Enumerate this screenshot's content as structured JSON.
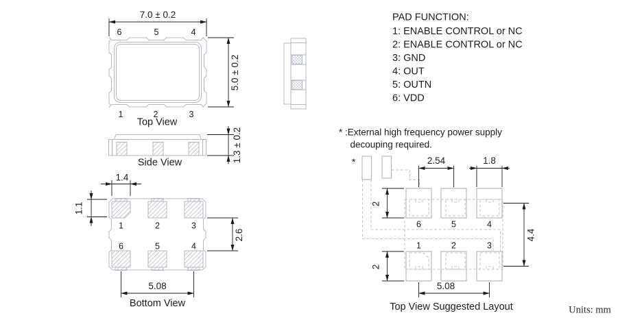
{
  "drawing": {
    "units_label": "Units: mm",
    "pad_function": {
      "title": "PAD FUNCTION:",
      "items": [
        "1: ENABLE CONTROL or NC",
        "2: ENABLE CONTROL or NC",
        "3: GND",
        "4: OUT",
        "5: OUTN",
        "6: VDD"
      ]
    },
    "note": {
      "line1": "* :External high frequency power supply",
      "line2": "decouping required."
    },
    "top_view": {
      "label": "Top View",
      "dim_width": "7.0 ± 0.2",
      "dim_height": "5.0 ± 0.2",
      "pins_top": [
        "6",
        "5",
        "4"
      ],
      "pins_bottom": [
        "1",
        "2",
        "3"
      ]
    },
    "side_view": {
      "label": "Side View",
      "dim_thickness": "1.3 ± 0.2"
    },
    "bottom_view": {
      "label": "Bottom View",
      "dim_pad_width": "1.4",
      "dim_pad_height": "1.1",
      "dim_row_gap": "2.6",
      "dim_pad_span": "5.08",
      "pins_top": [
        "1",
        "2",
        "3"
      ],
      "pins_bottom": [
        "6",
        "5",
        "4"
      ]
    },
    "layout": {
      "label": "Top View Suggested Layout",
      "decoupling_marker": "*",
      "dim_pad_pitch": "2.54",
      "dim_pad_width": "1.8",
      "dim_pad_height_top": "2",
      "dim_pad_height_bottom": "2",
      "dim_row_pitch": "4.4",
      "dim_pad_span": "5.08",
      "pins_top": [
        "6",
        "5",
        "4"
      ],
      "pins_bottom": [
        "1",
        "2",
        "3"
      ]
    },
    "colors": {
      "outline": "#b3b8c0",
      "hatch": "#c9ccd2",
      "dashed": "#bfc3ca",
      "dimension": "#1c1c1c",
      "background": "#ffffff"
    }
  }
}
